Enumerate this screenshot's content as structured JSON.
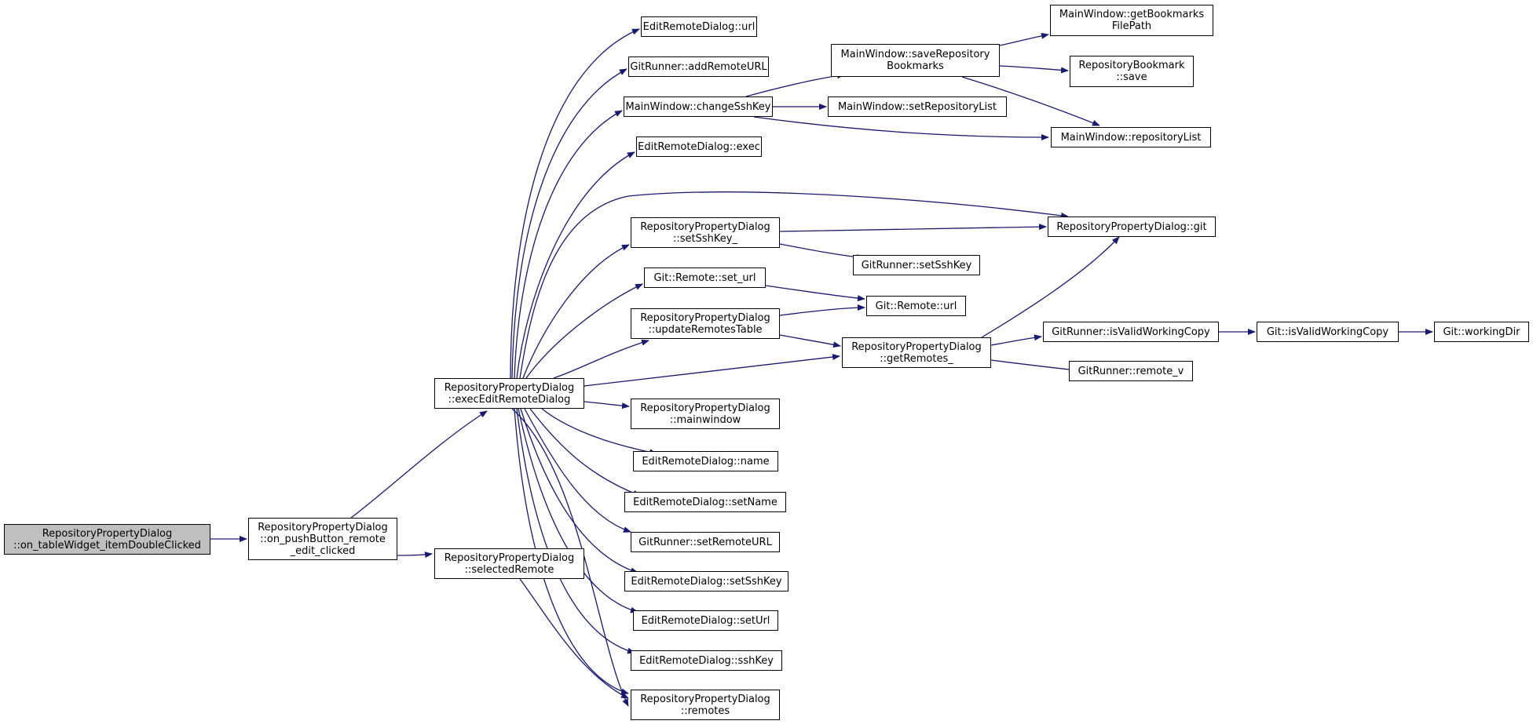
{
  "colors": {
    "edge": "#191970",
    "root_fill": "#bfbfbf",
    "node_fill": "#ffffff",
    "border": "#000000"
  },
  "nodes": {
    "root": [
      "RepositoryPropertyDialog",
      "::on_tableWidget_itemDoubleClicked"
    ],
    "pushbtn": [
      "RepositoryPropertyDialog",
      "::on_pushButton_remote",
      "_edit_clicked"
    ],
    "exec_edit": [
      "RepositoryPropertyDialog",
      "::execEditRemoteDialog"
    ],
    "selected": [
      "RepositoryPropertyDialog",
      "::selectedRemote"
    ],
    "erd_url": [
      "EditRemoteDialog::url"
    ],
    "gr_addurl": [
      "GitRunner::addRemoteURL"
    ],
    "mw_change": [
      "MainWindow::changeSshKey"
    ],
    "erd_exec": [
      "EditRemoteDialog::exec"
    ],
    "rpd_setssh": [
      "RepositoryPropertyDialog",
      "::setSshKey_"
    ],
    "remote_seturl": [
      "Git::Remote::set_url"
    ],
    "rpd_update": [
      "RepositoryPropertyDialog",
      "::updateRemotesTable"
    ],
    "rpd_mainwin": [
      "RepositoryPropertyDialog",
      "::mainwindow"
    ],
    "erd_name": [
      "EditRemoteDialog::name"
    ],
    "erd_setname": [
      "EditRemoteDialog::setName"
    ],
    "gr_setremoteurl": [
      "GitRunner::setRemoteURL"
    ],
    "erd_setssh": [
      "EditRemoteDialog::setSshKey"
    ],
    "erd_seturl": [
      "EditRemoteDialog::setUrl"
    ],
    "erd_sshkey": [
      "EditRemoteDialog::sshKey"
    ],
    "rpd_remotes": [
      "RepositoryPropertyDialog",
      "::remotes"
    ],
    "mw_savebm": [
      "MainWindow::saveRepository",
      "Bookmarks"
    ],
    "mw_setrepo": [
      "MainWindow::setRepositoryList"
    ],
    "gr_setssh": [
      "GitRunner::setSshKey"
    ],
    "remote_url": [
      "Git::Remote::url"
    ],
    "rpd_getremotes": [
      "RepositoryPropertyDialog",
      "::getRemotes_"
    ],
    "mw_getbm": [
      "MainWindow::getBookmarks",
      "FilePath"
    ],
    "rb_save": [
      "RepositoryBookmark",
      "::save"
    ],
    "mw_repolist": [
      "MainWindow::repositoryList"
    ],
    "rpd_git": [
      "RepositoryPropertyDialog::git"
    ],
    "gr_isvalid": [
      "GitRunner::isValidWorkingCopy"
    ],
    "gr_remotev": [
      "GitRunner::remote_v"
    ],
    "git_isvalid": [
      "Git::isValidWorkingCopy"
    ],
    "git_workdir": [
      "Git::workingDir"
    ]
  }
}
